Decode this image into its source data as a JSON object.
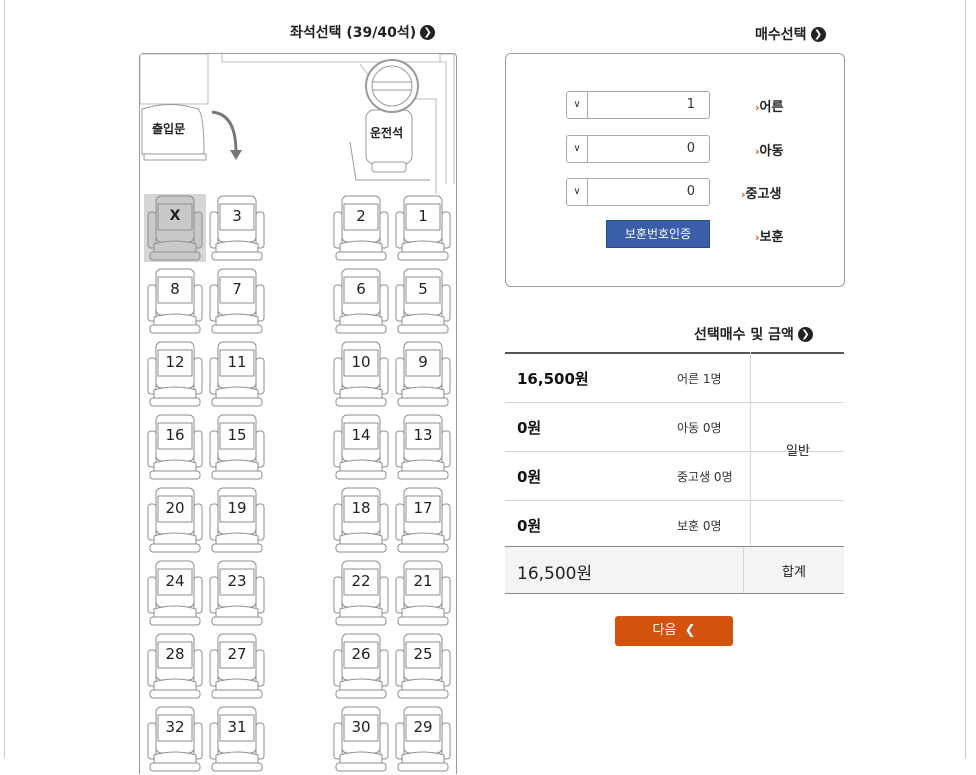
{
  "seat_section": {
    "title": "좌석선택 (39/40석)"
  },
  "bus": {
    "door_label": "출입문",
    "driver_label": "운전석",
    "seats": [
      {
        "label": "X",
        "taken": true
      },
      {
        "label": "3"
      },
      {
        "label": "2"
      },
      {
        "label": "1"
      },
      {
        "label": "8"
      },
      {
        "label": "7"
      },
      {
        "label": "6"
      },
      {
        "label": "5"
      },
      {
        "label": "12"
      },
      {
        "label": "11"
      },
      {
        "label": "10"
      },
      {
        "label": "9"
      },
      {
        "label": "16"
      },
      {
        "label": "15"
      },
      {
        "label": "14"
      },
      {
        "label": "13"
      },
      {
        "label": "20"
      },
      {
        "label": "19"
      },
      {
        "label": "18"
      },
      {
        "label": "17"
      },
      {
        "label": "24"
      },
      {
        "label": "23"
      },
      {
        "label": "22"
      },
      {
        "label": "21"
      },
      {
        "label": "28"
      },
      {
        "label": "27"
      },
      {
        "label": "26"
      },
      {
        "label": "25"
      },
      {
        "label": "32"
      },
      {
        "label": "31"
      },
      {
        "label": "30"
      },
      {
        "label": "29"
      }
    ]
  },
  "count_section": {
    "title": "매수선택",
    "rows": [
      {
        "label": "어른",
        "value": "1"
      },
      {
        "label": "아동",
        "value": "0"
      },
      {
        "label": "중고생",
        "value": "0"
      }
    ],
    "veteran_label": "보훈",
    "cert_button": "보훈번호인증"
  },
  "summary_section": {
    "title": "선택매수 및 금액",
    "general_label": "일반",
    "rows": [
      {
        "who": "어른 1명",
        "amount": "16,500원"
      },
      {
        "who": "아동 0명",
        "amount": "0원"
      },
      {
        "who": "중고생 0명",
        "amount": "0원"
      },
      {
        "who": "보훈 0명",
        "amount": "0원"
      }
    ],
    "total_label": "합계",
    "total_amount": "16,500원"
  },
  "next_button": "다음",
  "colors": {
    "accent": "#d2520e",
    "cert_blue": "#3a5ea8",
    "taken_seat": "#c9c9c9"
  }
}
